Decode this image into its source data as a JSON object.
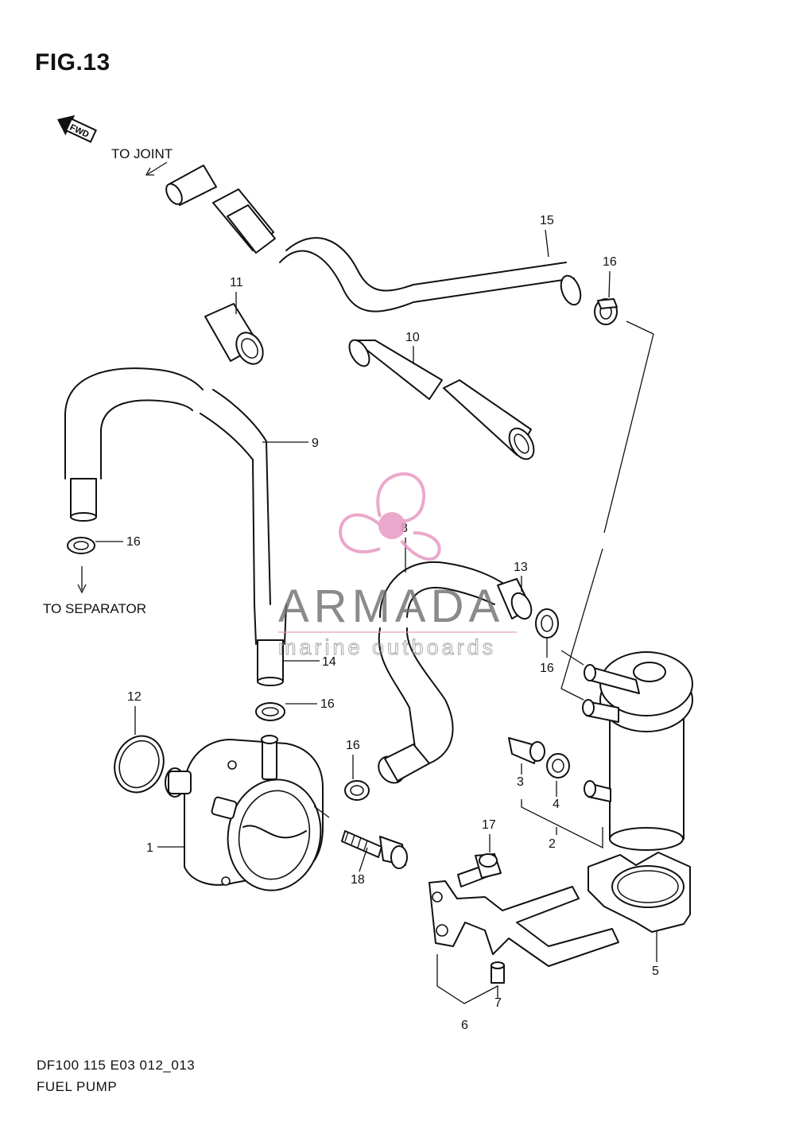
{
  "figure": {
    "title": "FIG.13",
    "fwd_label": "FWD",
    "footer_code": "DF100 115 E03 012_013",
    "footer_name": "FUEL PUMP"
  },
  "annotations": {
    "to_joint": "TO JOINT",
    "to_separator": "TO SEPARATOR"
  },
  "watermark": {
    "brand": "ARMADA",
    "tagline": "marine outboards",
    "logo_color": "#e79ac4"
  },
  "callouts": {
    "c1": "1",
    "c2": "2",
    "c3": "3",
    "c4": "4",
    "c5": "5",
    "c6": "6",
    "c7": "7",
    "c8": "8",
    "c9": "9",
    "c10": "10",
    "c11": "11",
    "c12": "12",
    "c13": "13",
    "c14": "14",
    "c15": "15",
    "c16a": "16",
    "c16b": "16",
    "c16c": "16",
    "c16d": "16",
    "c16e": "16",
    "c17": "17",
    "c18": "18"
  }
}
